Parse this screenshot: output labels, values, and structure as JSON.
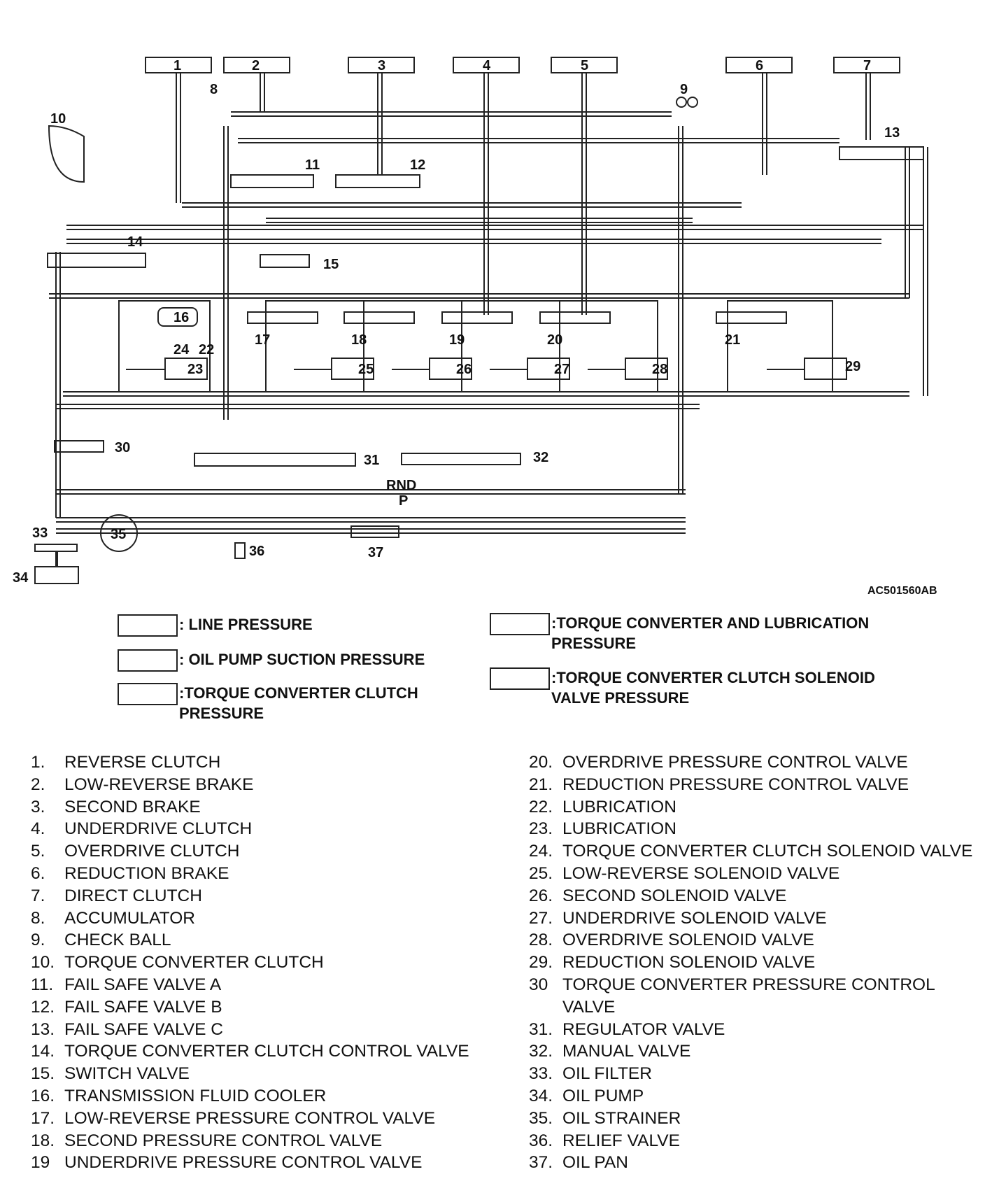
{
  "diagram": {
    "callouts": [
      "1",
      "2",
      "3",
      "4",
      "5",
      "6",
      "7",
      "8",
      "9",
      "10",
      "11",
      "12",
      "13",
      "14",
      "15",
      "16",
      "17",
      "18",
      "19",
      "20",
      "21",
      "22",
      "23",
      "24",
      "25",
      "26",
      "27",
      "28",
      "29",
      "30",
      "31",
      "32",
      "33",
      "34",
      "35",
      "36",
      "37"
    ],
    "shift_positions": {
      "rnd": "RND",
      "p": "P"
    },
    "figure_id": "AC501560AB"
  },
  "legend": [
    {
      "text": ": LINE PRESSURE"
    },
    {
      "text": ": OIL PUMP SUCTION PRESSURE"
    },
    {
      "text": ":TORQUE CONVERTER CLUTCH PRESSURE"
    },
    {
      "text": ":TORQUE CONVERTER AND LUBRICATION PRESSURE"
    },
    {
      "text": ":TORQUE CONVERTER CLUTCH SOLENOID VALVE PRESSURE"
    }
  ],
  "parts_left": [
    {
      "num": "1.",
      "name": "REVERSE CLUTCH"
    },
    {
      "num": "2.",
      "name": "LOW-REVERSE BRAKE"
    },
    {
      "num": "3.",
      "name": "SECOND BRAKE"
    },
    {
      "num": "4.",
      "name": "UNDERDRIVE CLUTCH"
    },
    {
      "num": "5.",
      "name": "OVERDRIVE CLUTCH"
    },
    {
      "num": "6.",
      "name": "REDUCTION BRAKE"
    },
    {
      "num": "7.",
      "name": "DIRECT CLUTCH"
    },
    {
      "num": "8.",
      "name": "ACCUMULATOR"
    },
    {
      "num": "9.",
      "name": "CHECK BALL"
    },
    {
      "num": "10.",
      "name": "TORQUE CONVERTER CLUTCH"
    },
    {
      "num": "11.",
      "name": "FAIL SAFE VALVE A"
    },
    {
      "num": "12.",
      "name": "FAIL SAFE VALVE B"
    },
    {
      "num": "13.",
      "name": "FAIL SAFE VALVE C"
    },
    {
      "num": "14.",
      "name": "TORQUE CONVERTER CLUTCH CONTROL VALVE"
    },
    {
      "num": "15.",
      "name": "SWITCH VALVE"
    },
    {
      "num": "16.",
      "name": "TRANSMISSION FLUID COOLER"
    },
    {
      "num": "17.",
      "name": "LOW-REVERSE PRESSURE CONTROL VALVE"
    },
    {
      "num": "18.",
      "name": "SECOND PRESSURE CONTROL VALVE"
    },
    {
      "num": "19",
      "name": "UNDERDRIVE PRESSURE CONTROL VALVE"
    }
  ],
  "parts_right": [
    {
      "num": "20.",
      "name": "OVERDRIVE PRESSURE CONTROL VALVE"
    },
    {
      "num": "21.",
      "name": "REDUCTION PRESSURE CONTROL VALVE"
    },
    {
      "num": "22.",
      "name": "LUBRICATION"
    },
    {
      "num": "23.",
      "name": "LUBRICATION"
    },
    {
      "num": "24.",
      "name": "TORQUE CONVERTER CLUTCH SOLENOID VALVE"
    },
    {
      "num": "25.",
      "name": "LOW-REVERSE SOLENOID VALVE"
    },
    {
      "num": "26.",
      "name": "SECOND SOLENOID VALVE"
    },
    {
      "num": "27.",
      "name": "UNDERDRIVE SOLENOID VALVE"
    },
    {
      "num": "28.",
      "name": "OVERDRIVE SOLENOID VALVE"
    },
    {
      "num": "29.",
      "name": "REDUCTION SOLENOID VALVE"
    },
    {
      "num": "30",
      "name": "TORQUE CONVERTER PRESSURE CONTROL VALVE"
    },
    {
      "num": "31.",
      "name": "REGULATOR VALVE"
    },
    {
      "num": "32.",
      "name": "MANUAL VALVE"
    },
    {
      "num": "33.",
      "name": "OIL FILTER"
    },
    {
      "num": "34.",
      "name": "OIL PUMP"
    },
    {
      "num": "35.",
      "name": "OIL STRAINER"
    },
    {
      "num": "36.",
      "name": "RELIEF VALVE"
    },
    {
      "num": "37.",
      "name": "OIL PAN"
    }
  ]
}
